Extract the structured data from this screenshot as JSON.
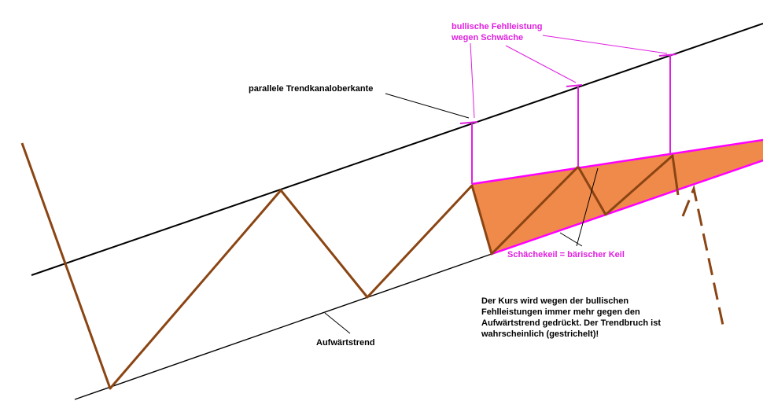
{
  "colors": {
    "background": "#ffffff",
    "price_path": "#8b4513",
    "channel_lines": "#000000",
    "wedge_fill": "#f08a4b",
    "wedge_border": "#ff00ff",
    "annotation_magenta": "#e020e0",
    "label_black": "#000000"
  },
  "labels": {
    "failure_label": "bullische Fehlleistung\nwegen Schwäche",
    "parallel_label": "parallele Trendkanaloberkante",
    "wedge_label": "Schächekeil = bärischer Keil",
    "uptrend_label": "Aufwärtstrend",
    "explanation": "Der Kurs wird wegen der bullischen\nFehlleistungen immer mehr gegen den\nAufwärtstrend gedrückt. Der Trendbruch ist\nwahrscheinlich (gestrichelt)!"
  }
}
